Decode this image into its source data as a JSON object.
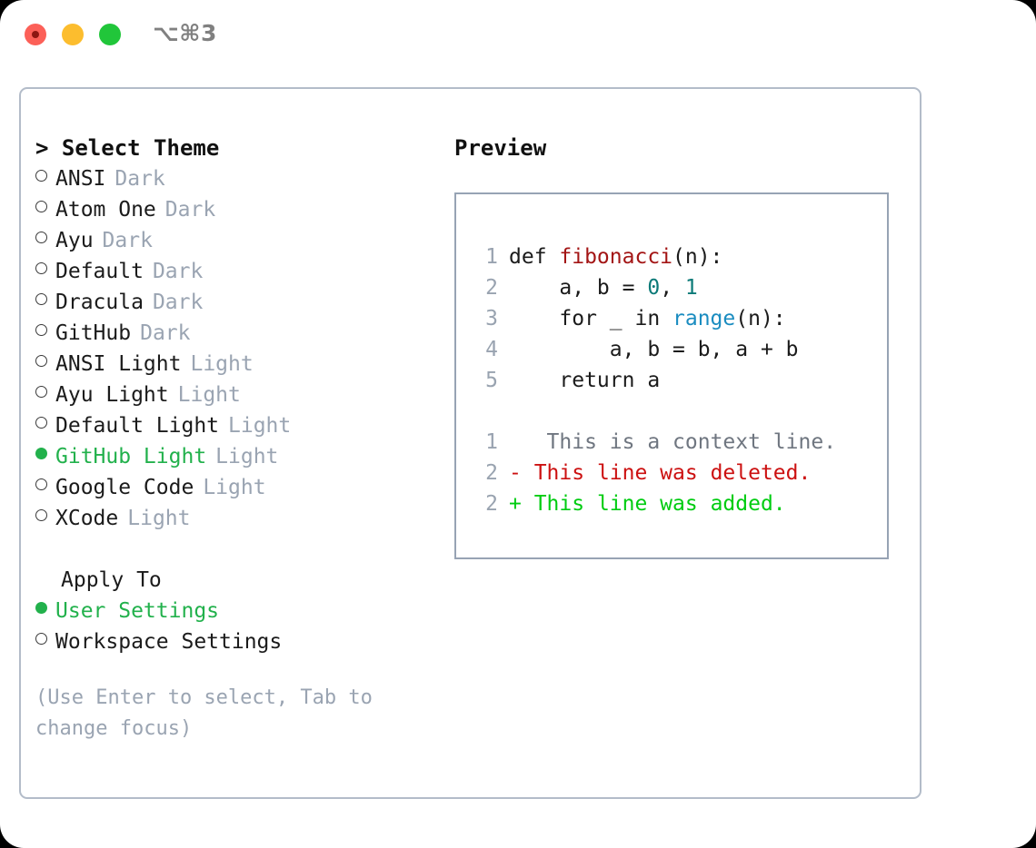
{
  "titlebar": {
    "shortcut": "⌥⌘3",
    "buttons": [
      {
        "name": "close",
        "color": "#fc6058"
      },
      {
        "name": "minimize",
        "color": "#fcbd2e"
      },
      {
        "name": "maximize",
        "color": "#21c63a"
      }
    ]
  },
  "theme_picker": {
    "header": "> Select Theme",
    "items": [
      {
        "name": "ANSI",
        "kind": "Dark",
        "selected": false
      },
      {
        "name": "Atom One",
        "kind": "Dark",
        "selected": false
      },
      {
        "name": "Ayu",
        "kind": "Dark",
        "selected": false
      },
      {
        "name": "Default",
        "kind": "Dark",
        "selected": false
      },
      {
        "name": "Dracula",
        "kind": "Dark",
        "selected": false
      },
      {
        "name": "GitHub",
        "kind": "Dark",
        "selected": false
      },
      {
        "name": "ANSI Light",
        "kind": "Light",
        "selected": false
      },
      {
        "name": "Ayu Light",
        "kind": "Light",
        "selected": false
      },
      {
        "name": "Default Light",
        "kind": "Light",
        "selected": false
      },
      {
        "name": "GitHub Light",
        "kind": "Light",
        "selected": true
      },
      {
        "name": "Google Code",
        "kind": "Light",
        "selected": false
      },
      {
        "name": "XCode",
        "kind": "Light",
        "selected": false
      }
    ]
  },
  "apply_to": {
    "header": "Apply To",
    "options": [
      {
        "label": "User Settings",
        "selected": true
      },
      {
        "label": "Workspace Settings",
        "selected": false
      }
    ]
  },
  "hint": "(Use Enter to select, Tab to change focus)",
  "preview": {
    "title": "Preview",
    "code_lines": [
      {
        "no": "1",
        "segments": [
          {
            "text": "def ",
            "cls": "code-text"
          },
          {
            "text": "fibonacci",
            "cls": "tok-fn"
          },
          {
            "text": "(n):",
            "cls": "code-text"
          }
        ]
      },
      {
        "no": "2",
        "segments": [
          {
            "text": "    a, b = ",
            "cls": "code-text"
          },
          {
            "text": "0",
            "cls": "tok-num"
          },
          {
            "text": ", ",
            "cls": "code-text"
          },
          {
            "text": "1",
            "cls": "tok-num"
          }
        ]
      },
      {
        "no": "3",
        "segments": [
          {
            "text": "    for _ in ",
            "cls": "code-text"
          },
          {
            "text": "range",
            "cls": "tok-call"
          },
          {
            "text": "(n):",
            "cls": "code-text"
          }
        ]
      },
      {
        "no": "4",
        "segments": [
          {
            "text": "        a, b = b, a + b",
            "cls": "code-text"
          }
        ]
      },
      {
        "no": "5",
        "segments": [
          {
            "text": "    return a",
            "cls": "code-text"
          }
        ]
      }
    ],
    "diff_lines": [
      {
        "no": "1",
        "marker": " ",
        "text": "  This is a context line.",
        "cls": "diff-ctx"
      },
      {
        "no": "2",
        "marker": "-",
        "text": " This line was deleted.",
        "cls": "diff-del"
      },
      {
        "no": "2",
        "marker": "+",
        "text": " This line was added.",
        "cls": "diff-add"
      }
    ]
  },
  "colors": {
    "accent_green": "#22b14c",
    "muted": "#9aa4b2",
    "panel_border": "#b3bcc9",
    "preview_border": "#97a3b4",
    "code_function": "#a31515",
    "code_number": "#0b7a78",
    "code_call": "#1a8cc0",
    "diff_delete": "#cc1111",
    "diff_add": "#00cc11"
  }
}
